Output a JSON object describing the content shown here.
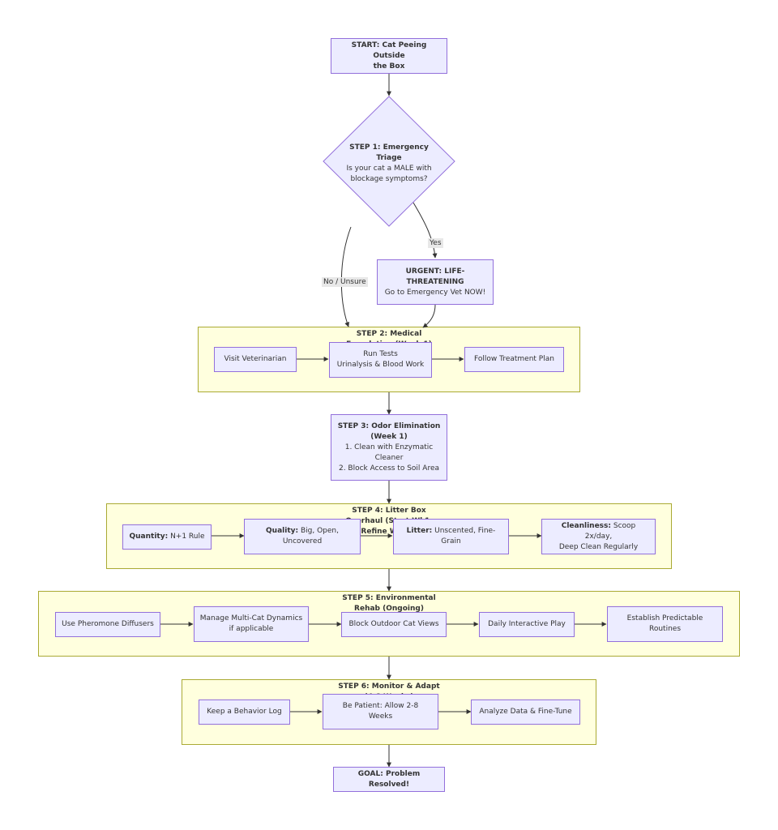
{
  "start": {
    "line1": "START: Cat Peeing Outside",
    "line2": "the Box"
  },
  "step1": {
    "title": "STEP 1: Emergency Triage",
    "line2": "Is your cat a MALE with",
    "line3": "blockage symptoms?"
  },
  "edges": {
    "yes": "Yes",
    "no": "No / Unsure"
  },
  "urgent": {
    "line1": "URGENT: LIFE-",
    "line2": "THREATENING",
    "line3": "Go to Emergency Vet NOW!"
  },
  "step2": {
    "title_line1": "STEP 2: Medical",
    "title_line2": "Foundation (Week 1)",
    "visit": "Visit Veterinarian",
    "tests_line1": "Run Tests",
    "tests_line2": "Urinalysis & Blood Work",
    "treatment": "Follow Treatment Plan"
  },
  "step3": {
    "line1": "STEP 3: Odor Elimination",
    "line2": "(Week 1)",
    "line3": "1. Clean with Enzymatic",
    "line4": "Cleaner",
    "line5": "2. Block Access to Soil Area"
  },
  "step4": {
    "title_line1": "STEP 4: Litter Box",
    "title_line2": "Overhaul (Start Wk1,",
    "title_line3": "Refine Wk2+)",
    "quantity_bold": "Quantity:",
    "quantity_text": "N+1 Rule",
    "quality_bold": "Quality:",
    "quality_text1": "Big, Open,",
    "quality_text2": "Uncovered",
    "litter_bold": "Litter:",
    "litter_text1": "Unscented, Fine-",
    "litter_text2": "Grain",
    "clean_bold": "Cleanliness:",
    "clean_text1": "Scoop 2x/day,",
    "clean_text2": "Deep Clean Regularly"
  },
  "step5": {
    "title_line1": "STEP 5: Environmental",
    "title_line2": "Rehab (Ongoing)",
    "pheromone": "Use Pheromone Diffusers",
    "multicat_line1": "Manage Multi-Cat Dynamics",
    "multicat_line2": "if applicable",
    "outdoor": "Block Outdoor Cat Views",
    "play": "Daily Interactive Play",
    "routine_line1": "Establish Predictable",
    "routine_line2": "Routines"
  },
  "step6": {
    "title_line1": "STEP 6: Monitor & Adapt",
    "title_line2": "(4-8 Weeks)",
    "log": "Keep a Behavior Log",
    "patient_line1": "Be Patient: Allow 2-8",
    "patient_line2": "Weeks",
    "analyze": "Analyze Data & Fine-Tune"
  },
  "goal": "GOAL: Problem Resolved!",
  "colors": {
    "node_fill": "#ECECFF",
    "node_stroke": "#9370DB",
    "cluster_fill": "#ffffde",
    "cluster_stroke": "#aaaa33",
    "edge": "#333333"
  }
}
